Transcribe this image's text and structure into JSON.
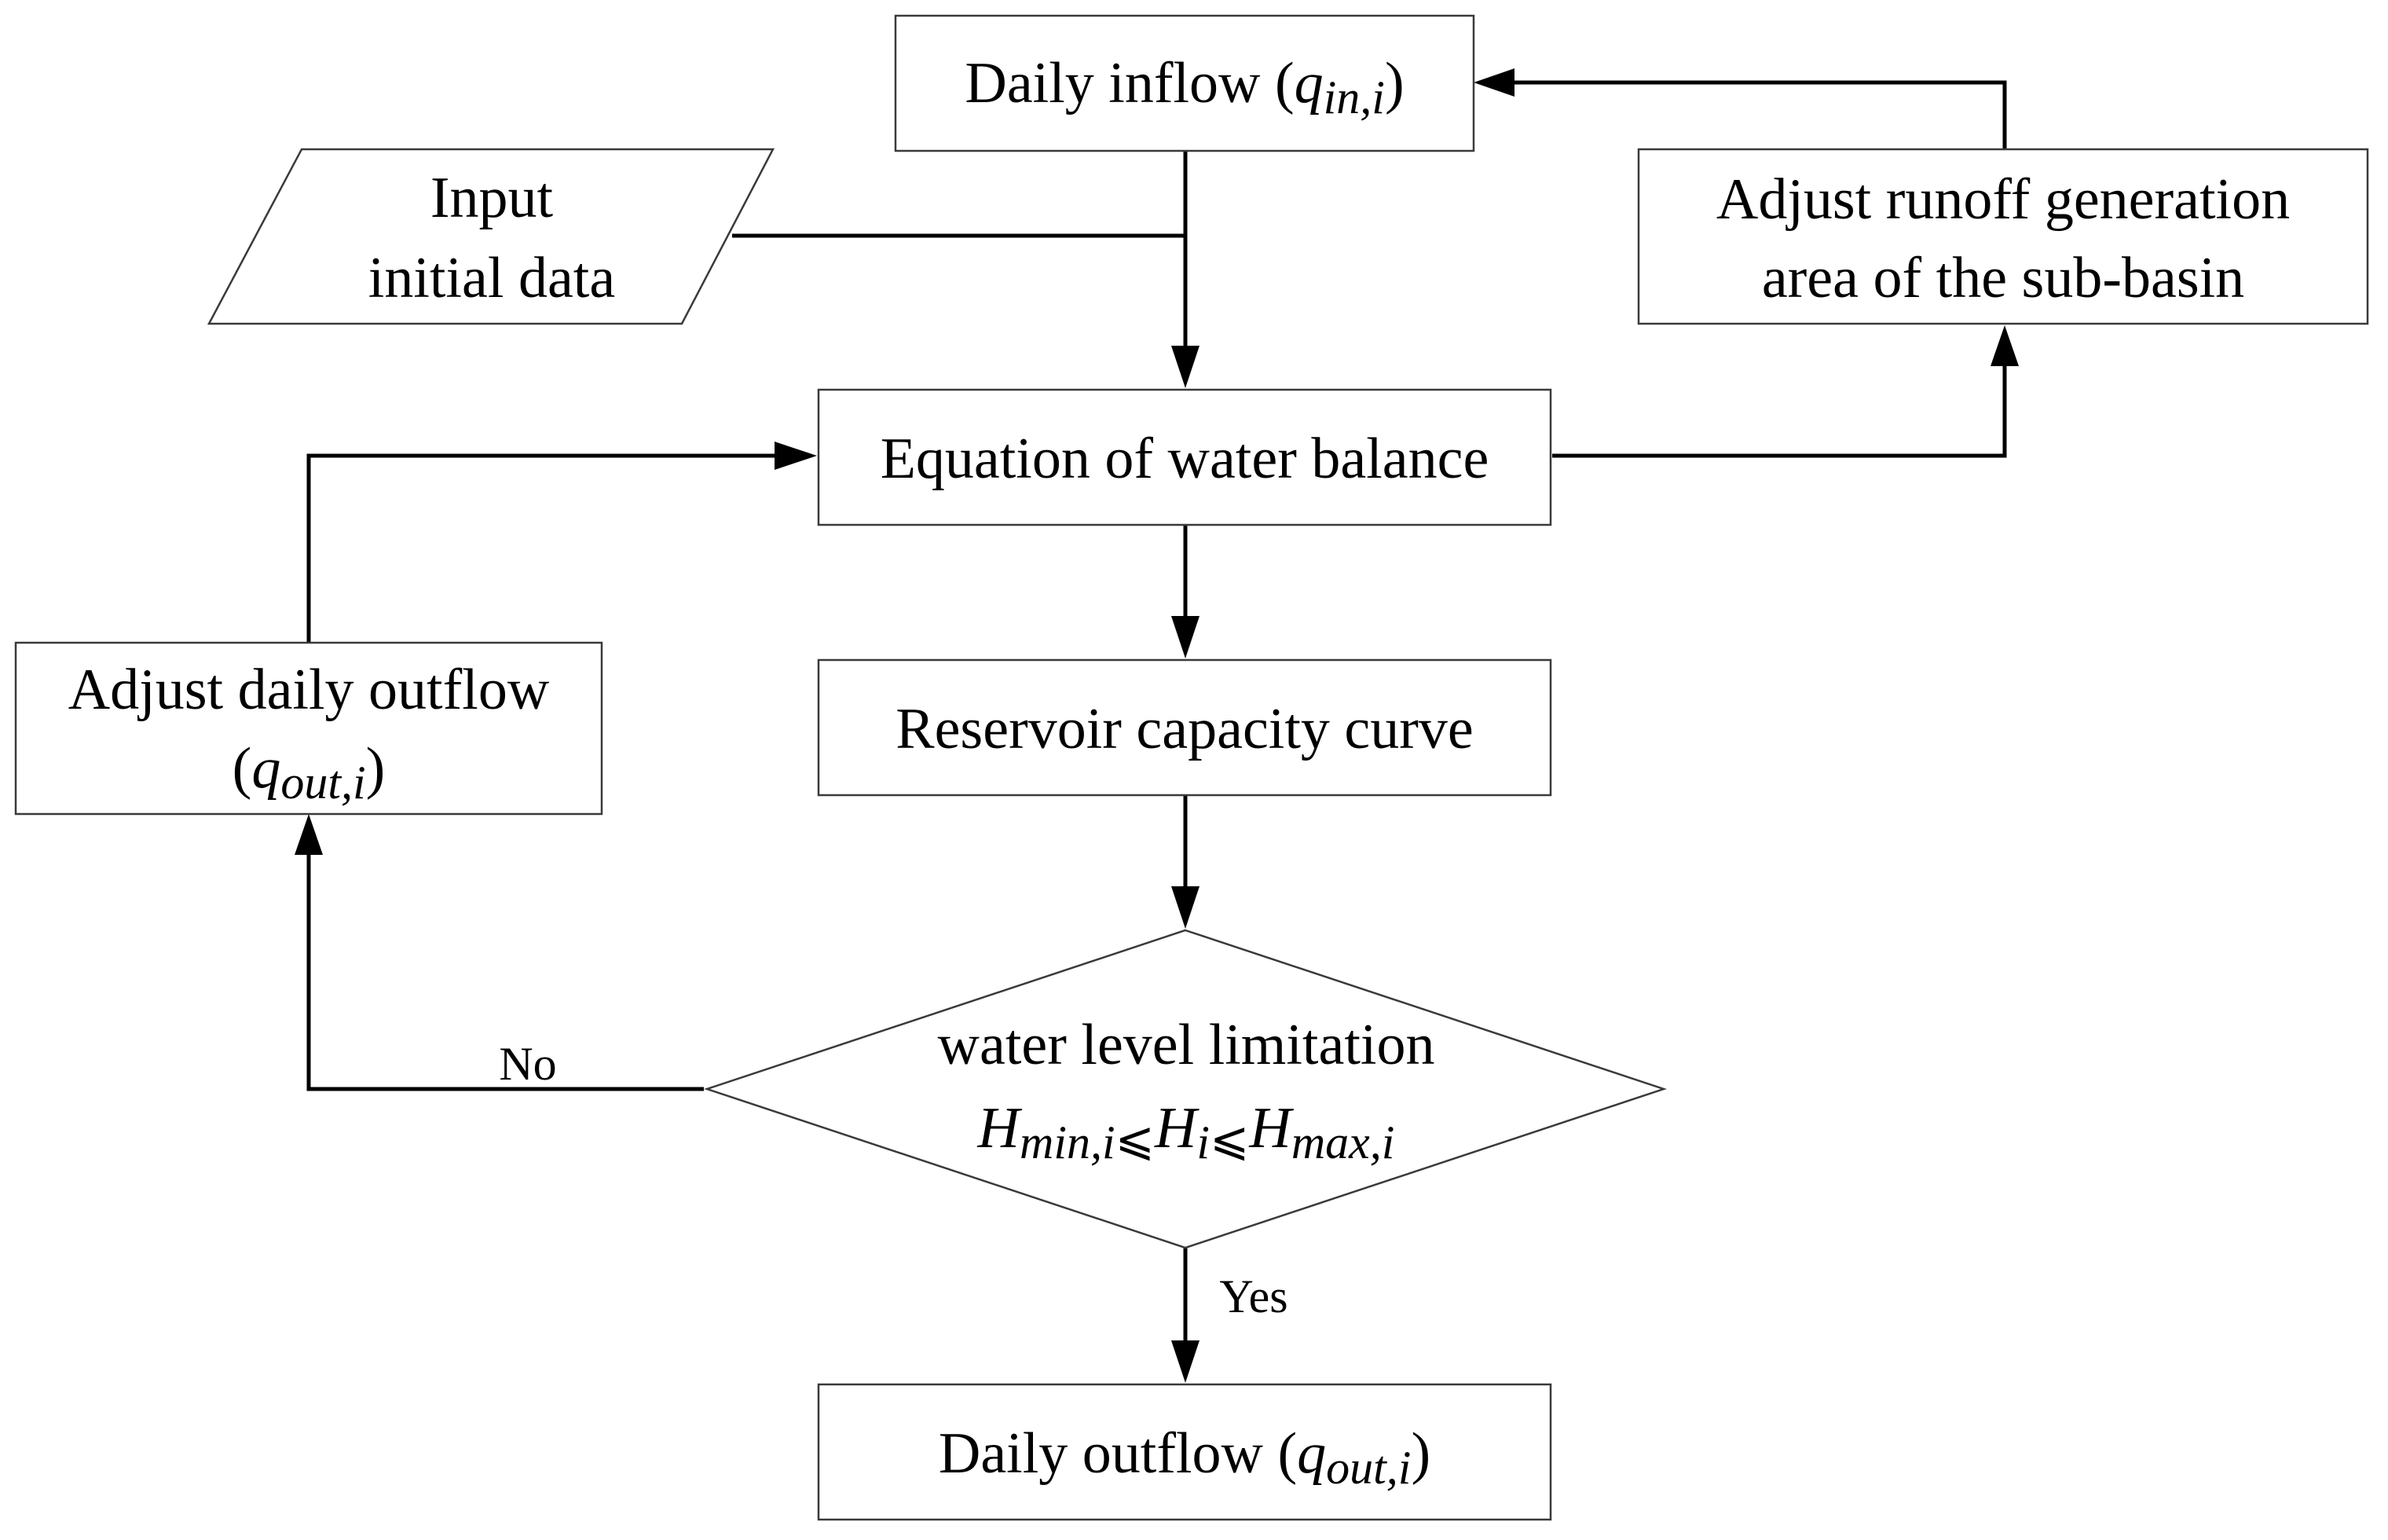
{
  "nodes": {
    "daily_inflow": {
      "prefix": "Daily inflow (",
      "var": "q",
      "sub": "in,i",
      "suffix": ")"
    },
    "input_data": {
      "line1": "Input",
      "line2": "initial data"
    },
    "adjust_runoff": {
      "line1": "Adjust runoff generation",
      "line2": "area of the sub-basin"
    },
    "water_balance": {
      "text": "Equation of water balance"
    },
    "adjust_outflow": {
      "line1": "Adjust daily outflow",
      "prefix": "(",
      "var": "q",
      "sub": "out,i",
      "suffix": ")"
    },
    "capacity_curve": {
      "text": "Reservoir capacity curve"
    },
    "water_level_decision": {
      "line1": "water level limitation",
      "h1": "H",
      "h1_sub": "min,i",
      "leq1": "⩽",
      "h2": "H",
      "h2_sub": "i",
      "leq2": "⩽",
      "h3": "H",
      "h3_sub": "max,i"
    },
    "daily_outflow": {
      "prefix": "Daily outflow (",
      "var": "q",
      "sub": "out,i",
      "suffix": ")"
    }
  },
  "edge_labels": {
    "no": "No",
    "yes": "Yes"
  }
}
